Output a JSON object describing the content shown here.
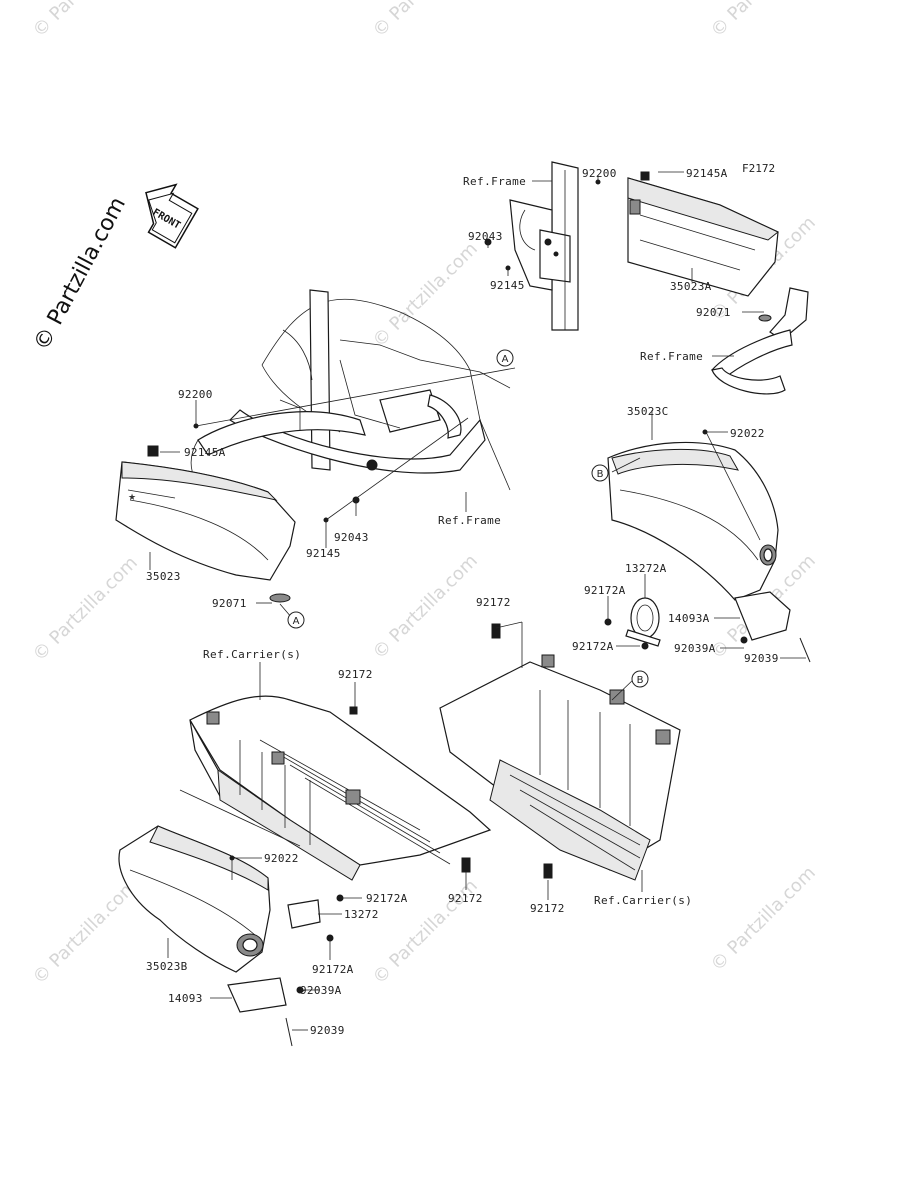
{
  "figure_id": "F2172",
  "copyright": "© Partzilla.com",
  "watermark": "© Partzilla.com",
  "front_marker": "FRONT",
  "callout_letters": {
    "a": "A",
    "b": "B"
  },
  "labels": {
    "p92200_top": "92200",
    "p92145A_top": "92145A",
    "ref_frame_top": "Ref.Frame",
    "p92043_top": "92043",
    "p92145_top": "92145",
    "p35023A": "35023A",
    "p92071_right": "92071",
    "ref_frame_right": "Ref.Frame",
    "p92200_left": "92200",
    "p92145A_left": "92145A",
    "p92043_mid": "92043",
    "p92145_mid": "92145",
    "ref_frame_mid": "Ref.Frame",
    "p35023": "35023",
    "p92071_left": "92071",
    "p35023C": "35023C",
    "p92022_right": "92022",
    "p13272A": "13272A",
    "p92172A_r1": "92172A",
    "p92172A_r2": "92172A",
    "p14093A": "14093A",
    "p92039A_right": "92039A",
    "p92039_right": "92039",
    "p92172_upper": "92172",
    "ref_carrier_left": "Ref.Carrier(s)",
    "p92172_left": "92172",
    "p92022_left": "92022",
    "p92172A_l1": "92172A",
    "p13272": "13272",
    "p92172_mid": "92172",
    "p35023B": "35023B",
    "p92172A_l2": "92172A",
    "p14093": "14093",
    "p92039A_left": "92039A",
    "p92039_left": "92039",
    "p92172_lower": "92172",
    "ref_carrier_right": "Ref.Carrier(s)"
  }
}
